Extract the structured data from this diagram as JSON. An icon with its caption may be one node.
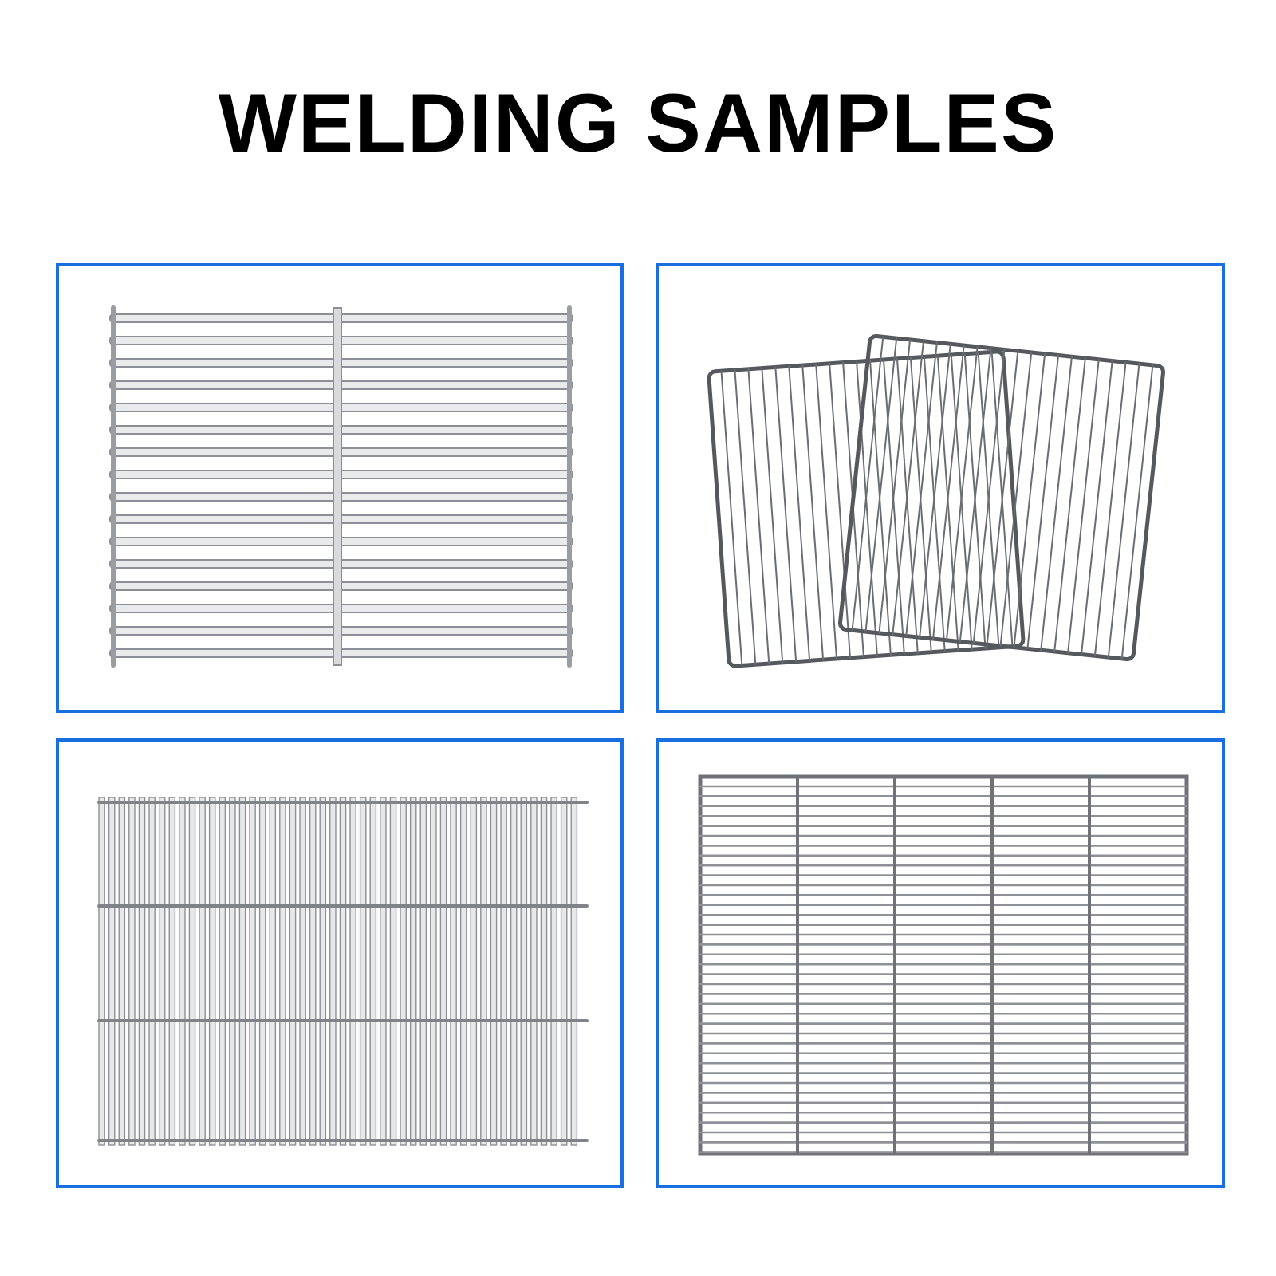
{
  "diagram": {
    "title": "WELDING SAMPLES",
    "nodes": [
      {
        "text": [],
        "shape": "picture"
      },
      {
        "text": [],
        "shape": "picture"
      },
      {
        "text": [],
        "shape": "picture"
      },
      {
        "text": [],
        "shape": "picture"
      }
    ]
  }
}
